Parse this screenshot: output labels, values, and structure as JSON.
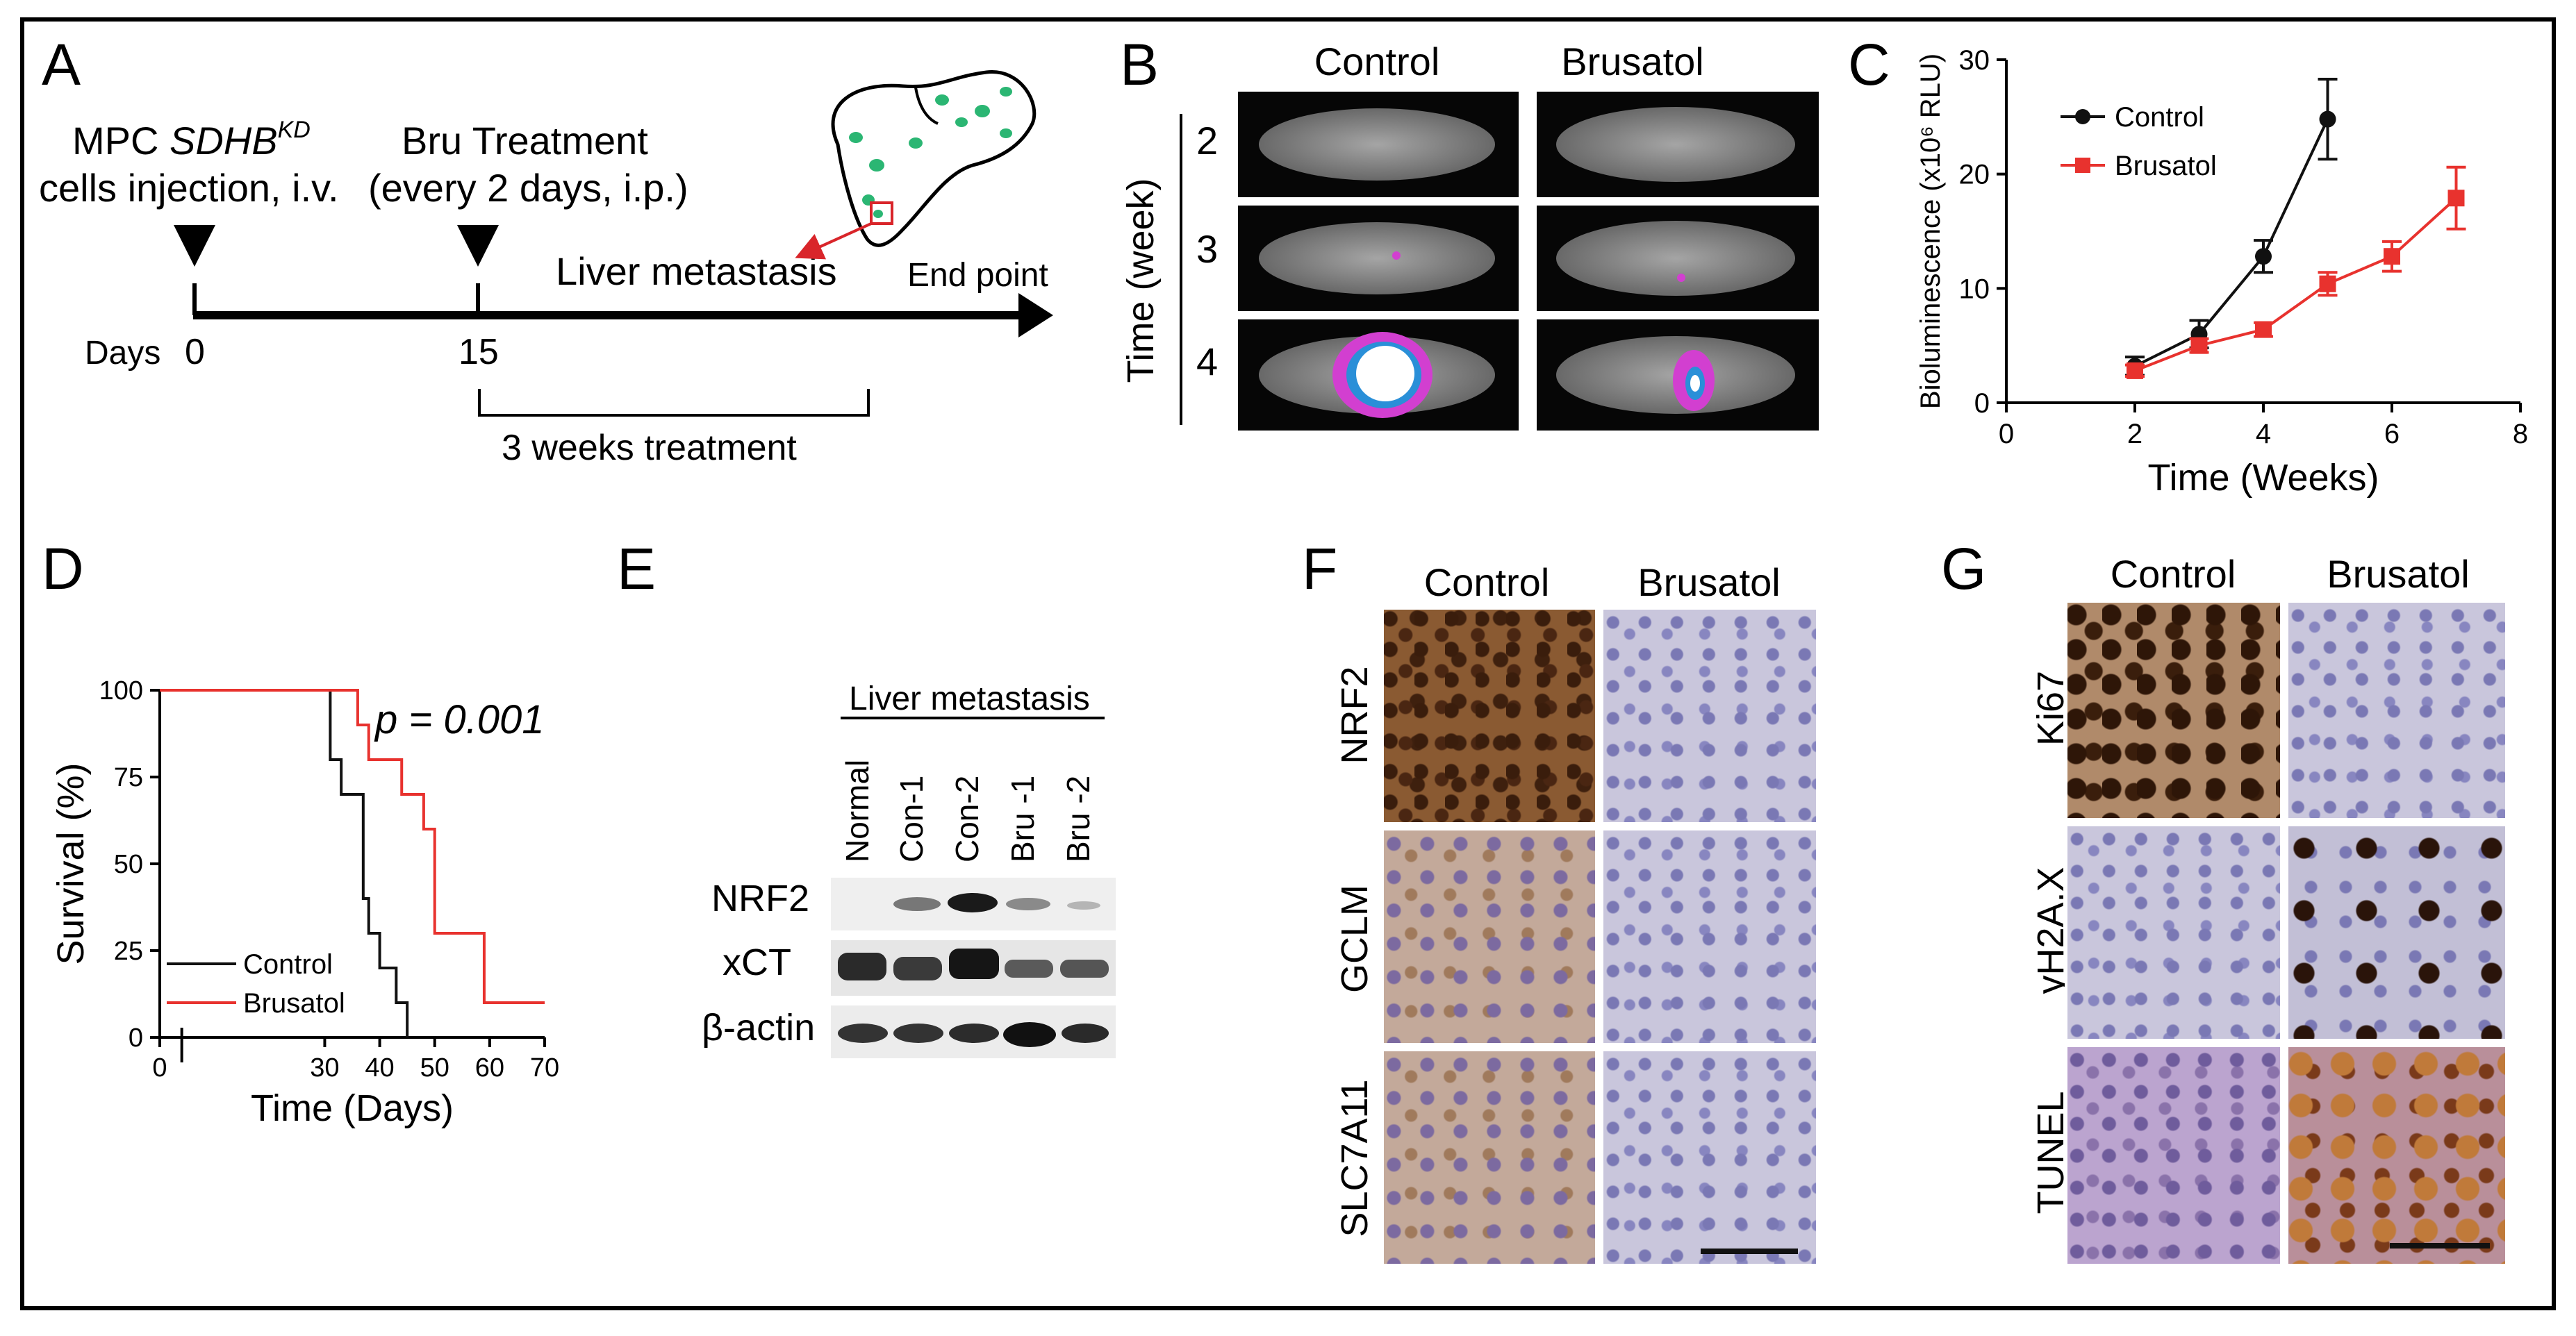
{
  "panels": {
    "a": {
      "letter": "A",
      "injection_line1_prefix": "MPC ",
      "injection_gene": "SDHB",
      "injection_superscript": "KD",
      "injection_line2": "cells injection, i.v.",
      "treatment_line1": "Bru Treatment",
      "treatment_line2": "(every 2 days, i.p.)",
      "metastasis_label": "Liver metastasis",
      "endpoint_label": "End point",
      "days_label": "Days",
      "day_0": "0",
      "day_15": "15",
      "duration_label": "3 weeks treatment"
    },
    "b": {
      "letter": "B",
      "col_control": "Control",
      "col_brusatol": "Brusatol",
      "row_axis_label": "Time (week)",
      "rows": [
        "2",
        "3",
        "4"
      ]
    },
    "c": {
      "letter": "C"
    },
    "d": {
      "letter": "D",
      "p_value": "p = 0.001"
    },
    "e": {
      "letter": "E",
      "header": "Liver metastasis",
      "lanes": [
        "Normal",
        "Con-1",
        "Con-2",
        "Bru -1",
        "Bru -2"
      ],
      "proteins": [
        "NRF2",
        "xCT",
        "β-actin"
      ]
    },
    "f": {
      "letter": "F",
      "col_control": "Control",
      "col_brusatol": "Brusatol",
      "rows": [
        "NRF2",
        "GCLM",
        "SLC7A11"
      ]
    },
    "g": {
      "letter": "G",
      "col_control": "Control",
      "col_brusatol": "Brusatol",
      "rows": [
        "Ki67",
        "γH2A.X",
        "TUNEL"
      ]
    }
  },
  "chart_data": [
    {
      "panel": "C",
      "type": "line",
      "xlabel": "Time (Weeks)",
      "ylabel": "Bioluminescence (x10⁶ RLU)",
      "xlim": [
        0,
        8
      ],
      "ylim": [
        0,
        30
      ],
      "xticks": [
        0,
        2,
        4,
        6,
        8
      ],
      "yticks": [
        0,
        10,
        20,
        30
      ],
      "legend": "top-left",
      "grid": false,
      "series": [
        {
          "name": "Control",
          "color": "#111111",
          "marker": "circle",
          "x": [
            2,
            3,
            4,
            5
          ],
          "y": [
            3.2,
            6.0,
            12.8,
            24.8
          ],
          "err": [
            0.8,
            1.2,
            1.4,
            3.5
          ]
        },
        {
          "name": "Brusatol",
          "color": "#e8322e",
          "marker": "square",
          "x": [
            2,
            3,
            4,
            5,
            6,
            7
          ],
          "y": [
            2.8,
            5.0,
            6.4,
            10.4,
            12.8,
            17.9
          ],
          "err": [
            0.5,
            0.6,
            0.6,
            1.0,
            1.3,
            2.7
          ]
        }
      ]
    },
    {
      "panel": "D",
      "type": "line",
      "subtype": "survival-step",
      "xlabel": "Time (Days)",
      "ylabel": "Survival (%)",
      "xlim": [
        0,
        70
      ],
      "ylim": [
        0,
        100
      ],
      "xticks": [
        0,
        30,
        40,
        50,
        60,
        70
      ],
      "yticks": [
        0,
        25,
        50,
        75,
        100
      ],
      "legend": "bottom-left",
      "series": [
        {
          "name": "Control",
          "color": "#111111",
          "x": [
            0,
            30,
            31,
            33,
            36,
            37,
            38,
            40,
            43,
            45
          ],
          "y": [
            100,
            100,
            80,
            70,
            70,
            40,
            30,
            20,
            10,
            0
          ]
        },
        {
          "name": "Brusatol",
          "color": "#e8322e",
          "x": [
            0,
            30,
            36,
            38,
            44,
            48,
            50,
            59,
            70
          ],
          "y": [
            100,
            100,
            90,
            80,
            70,
            60,
            30,
            10,
            10
          ]
        }
      ]
    }
  ]
}
